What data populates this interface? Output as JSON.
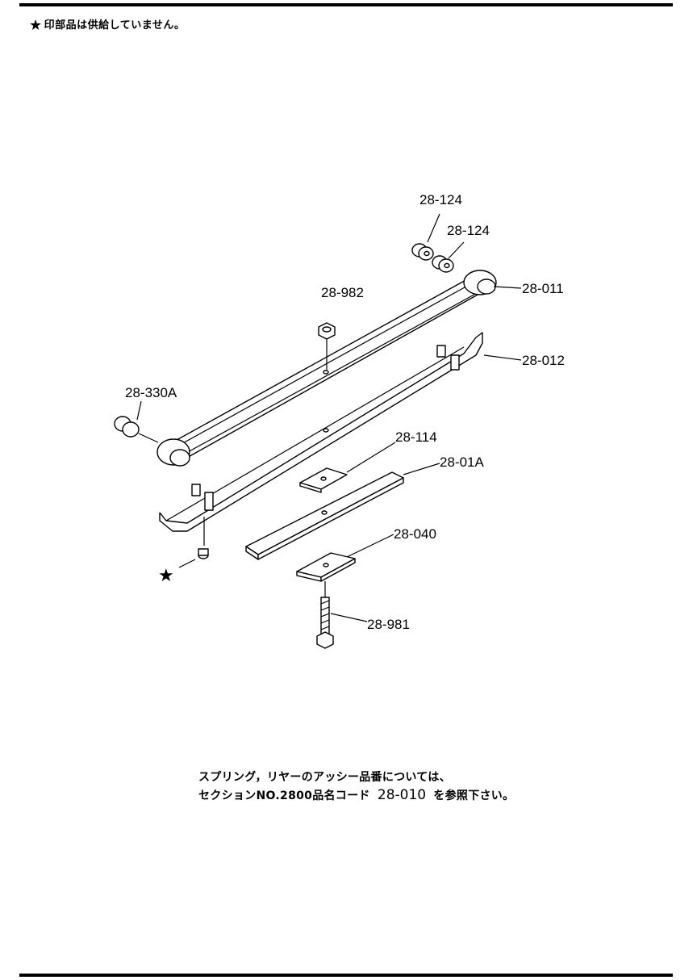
{
  "note": {
    "symbol": "★",
    "text": "印部品は供給していません。"
  },
  "labels": [
    {
      "id": "bushing-top",
      "text": "28-124"
    },
    {
      "id": "bushing-second",
      "text": "28-124"
    },
    {
      "id": "main-leaf",
      "text": "28-011"
    },
    {
      "id": "nut",
      "text": "28-982"
    },
    {
      "id": "second-leaf",
      "text": "28-012"
    },
    {
      "id": "front-bushing",
      "text": "28-330A"
    },
    {
      "id": "upper-plate",
      "text": "28-114"
    },
    {
      "id": "third-leaf",
      "text": "28-01A"
    },
    {
      "id": "lower-plate",
      "text": "28-040"
    },
    {
      "id": "center-bolt",
      "text": "28-981"
    }
  ],
  "star_marker": "★",
  "footer": {
    "line1": "スプリング，リヤーのアッシー品番については、",
    "line2_prefix": "セクションNO.2800品名コード",
    "line2_code": "28-010",
    "line2_suffix": "を参照下さい。"
  }
}
